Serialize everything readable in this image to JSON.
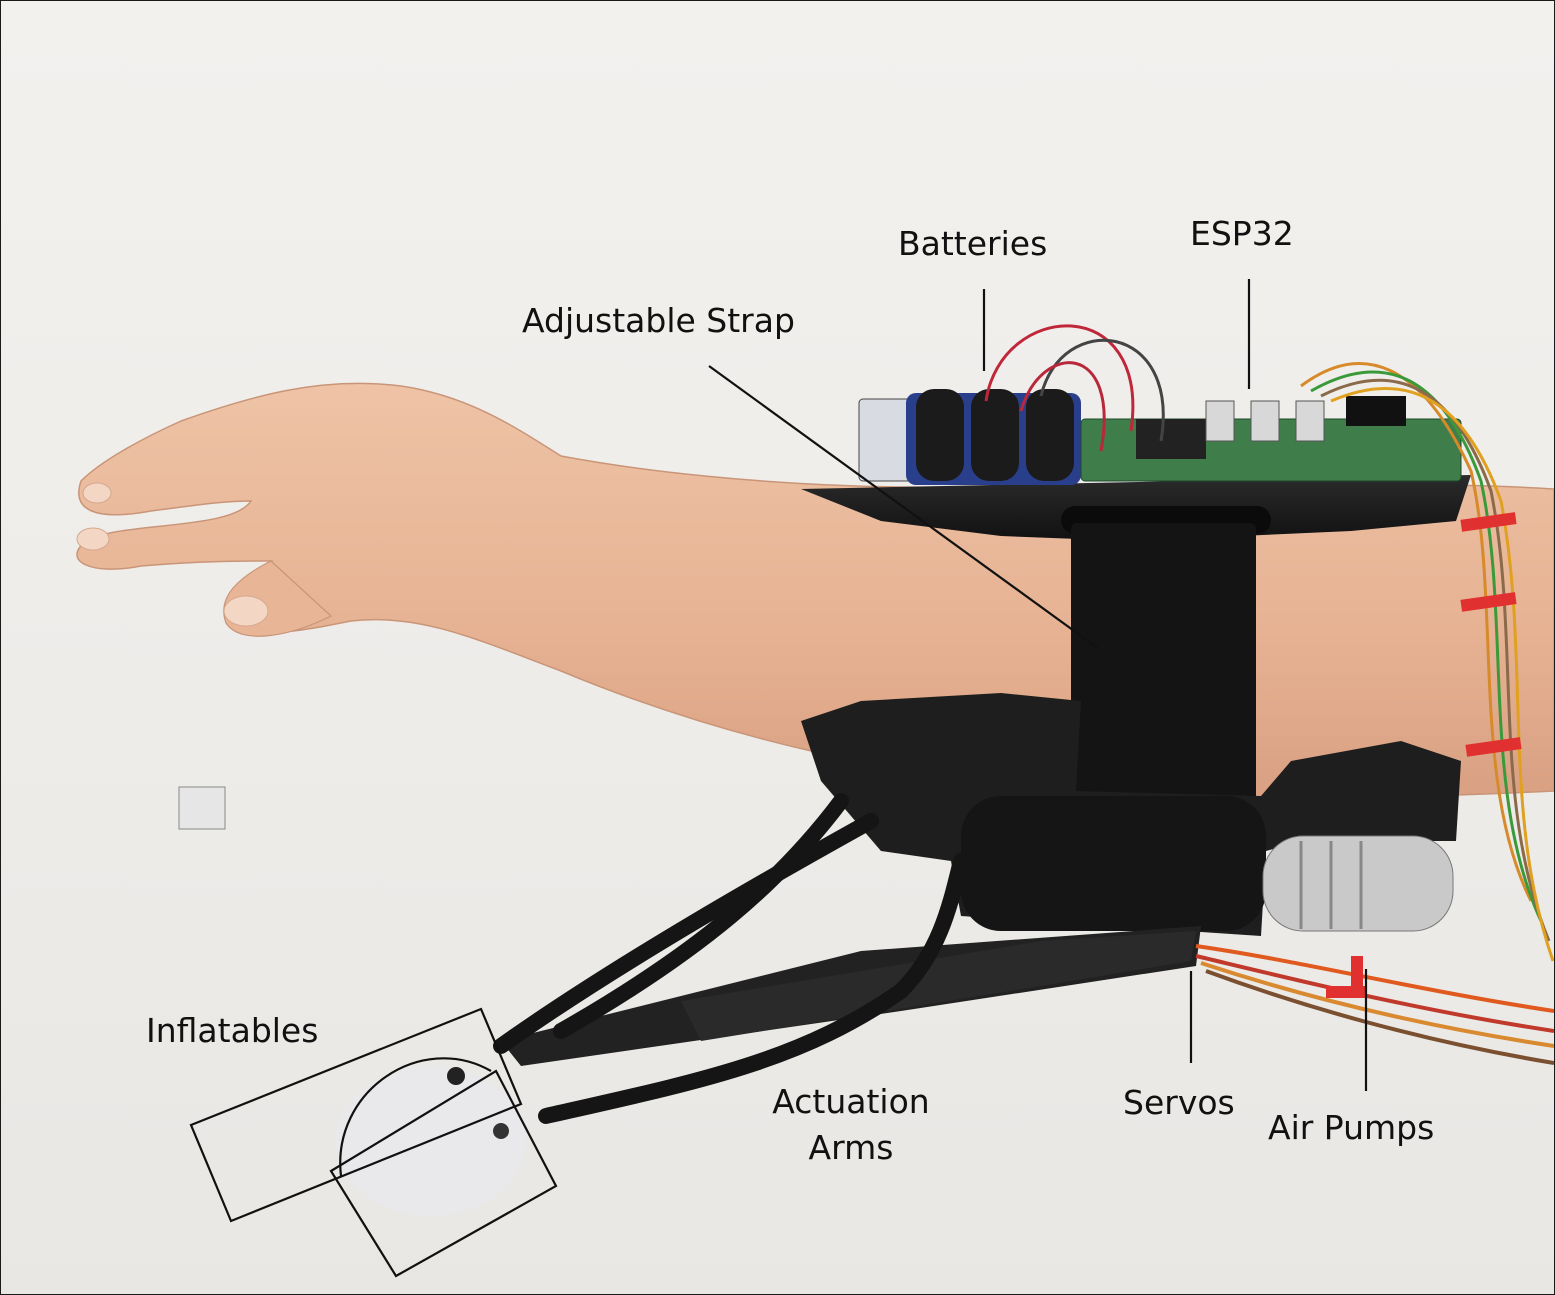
{
  "labels": {
    "batteries": "Batteries",
    "esp32": "ESP32",
    "adjustable_strap": "Adjustable Strap",
    "inflatables": "Inflatables",
    "actuation_arms_line1": "Actuation",
    "actuation_arms_line2": "Arms",
    "servos": "Servos",
    "air_pumps": "Air Pumps"
  },
  "colors": {
    "skin": "#e8b89a",
    "device_black": "#1c1c1c",
    "pcb_green": "#3f7d4a",
    "velcro": "#141414",
    "tie_red": "#e03030"
  }
}
